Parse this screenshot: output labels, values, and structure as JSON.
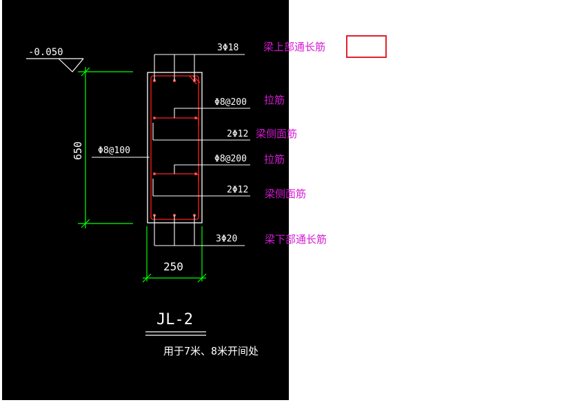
{
  "drawing": {
    "elevation": "-0.050",
    "height_dim": "650",
    "width_dim": "250",
    "stirrup": "Φ8@100",
    "top_bars": "3Φ18",
    "tie_1": "Φ8@200",
    "side_bars_1": "2Φ12",
    "tie_2": "Φ8@200",
    "side_bars_2": "2Φ12",
    "bottom_bars": "3Φ20",
    "title": "JL-2",
    "note": "用于7米、8米开间处"
  },
  "annotations": {
    "top_bars": "梁上部通长筋",
    "tie_1": "拉筋",
    "side_1": "梁侧面筋",
    "tie_2": "拉筋",
    "side_2": "梁侧面筋",
    "bottom_bars": "梁下部通长筋"
  },
  "colors": {
    "background": "#000000",
    "dimension": "#00ff00",
    "rebar": "#ff2020",
    "linework": "#ffffff",
    "annotation": "#d41cd4",
    "input_border": "#e0202a"
  }
}
